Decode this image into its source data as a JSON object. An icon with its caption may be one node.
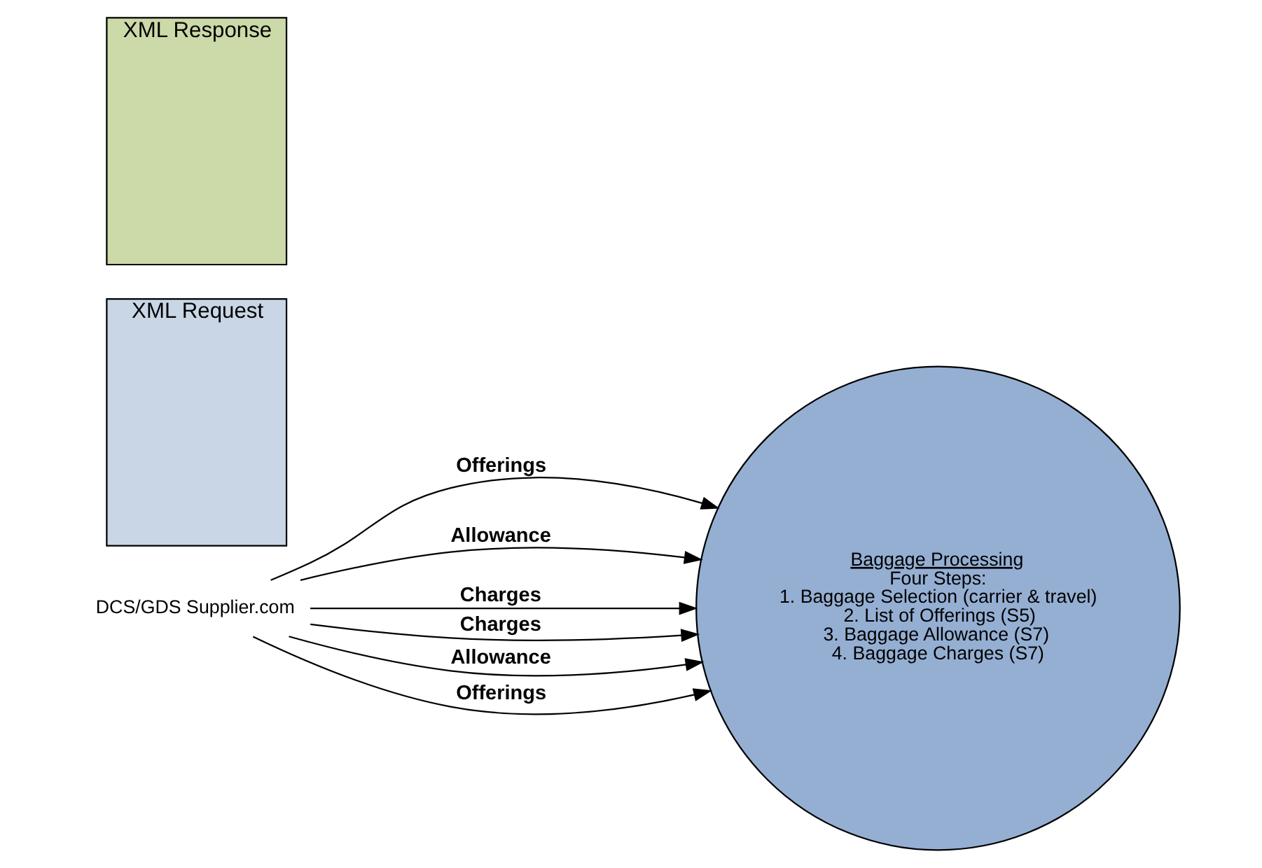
{
  "diagram": {
    "nodes": [
      {
        "text": [
          "DCS/GDS Supplier.com"
        ]
      },
      {
        "text": [
          "XML Request"
        ]
      },
      {
        "text": [
          "XML Response"
        ]
      },
      {
        "text": [
          "Baggage Processing",
          "Four Steps:",
          "1. Baggage Selection (carrier & travel)",
          "2. List of Offerings (S5)",
          "3. Baggage Allowance (S7)",
          "4. Baggage Charges (S7)"
        ]
      }
    ],
    "edges": [
      {
        "from": 0,
        "to": 3,
        "arrow": "to",
        "label": "Offerings"
      },
      {
        "from": 0,
        "to": 3,
        "arrow": "to",
        "label": "Allowance"
      },
      {
        "from": 0,
        "to": 3,
        "arrow": "to",
        "label": "Charges"
      },
      {
        "from": 0,
        "to": 3,
        "arrow": "to",
        "label": "Charges"
      },
      {
        "from": 0,
        "to": 3,
        "arrow": "to",
        "label": "Allowance"
      },
      {
        "from": 0,
        "to": 3,
        "arrow": "to",
        "label": "Offerings"
      }
    ]
  }
}
